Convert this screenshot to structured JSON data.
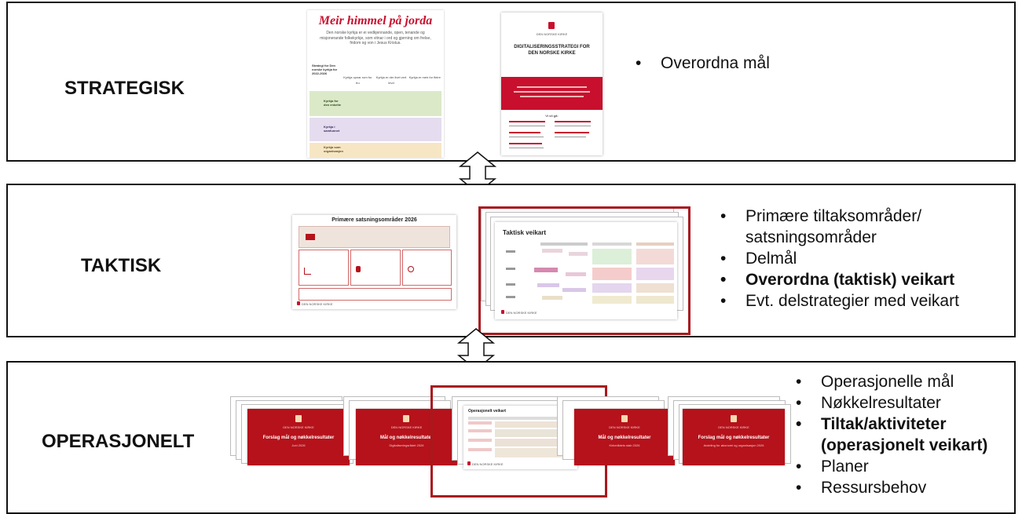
{
  "levels": [
    {
      "label": "STRATEGISK",
      "bullets": [
        {
          "text": "Overordna mål",
          "bold": false
        }
      ]
    },
    {
      "label": "TAKTISK",
      "bullets": [
        {
          "text": "Primære tiltaksområder/",
          "bold": false
        },
        {
          "text": "satsningsområder",
          "bold": false,
          "continuation": true
        },
        {
          "text": "Delmål",
          "bold": false
        },
        {
          "text": "Overordna (taktisk) veikart",
          "bold": true
        },
        {
          "text": "Evt. delstrategier med veikart",
          "bold": false
        }
      ]
    },
    {
      "label": "OPERASJONELT",
      "bullets": [
        {
          "text": "Operasjonelle mål",
          "bold": false
        },
        {
          "text": "Nøkkelresultater",
          "bold": false
        },
        {
          "text": "Tiltak/aktiviteter",
          "bold": true
        },
        {
          "text": "(operasjonelt veikart)",
          "bold": true,
          "continuation": true
        },
        {
          "text": "Planer",
          "bold": false
        },
        {
          "text": "Ressursbehov",
          "bold": false
        }
      ]
    }
  ],
  "thumbnails": {
    "strategy_poster": {
      "title": "Meir himmel på jorda",
      "subtitle": "Den norske kyrkja er ei vedkjennande, open, tenande og misjonerande folkekyrkje, som vitnar i ord og gjerning om frelse, fridom og von i Jesus Kristus.",
      "row_header": "Strategi for Den norske kyrkja for 2022-2026",
      "columns": [
        "Kyrkja opnar rom for tru",
        "Kyrkja er der livet vert levd",
        "Kyrkja er meir for fleire"
      ],
      "rows": [
        "Kyrkja for den enkelte",
        "Kyrkja i samfunnet",
        "Kyrkja som organisasjon"
      ]
    },
    "digital_strategy": {
      "brand": "DEN NORSKE KIRKE",
      "title": "DIGITALISERINGSSTRATEGI FOR DEN NORSKE KIRKE",
      "goal_heading": "Vi vil gå:"
    },
    "priority_areas": {
      "title": "Primære satsningsområder 2026",
      "brand": "DEN NORSKE KIRKE"
    },
    "tactical_roadmap": {
      "title": "Taktisk veikart",
      "brand": "DEN NORSKE KIRKE"
    },
    "operational_slides": [
      {
        "title": "Forslag mål og nøkkelresultater",
        "sub": "Juni 2026"
      },
      {
        "title": "Mål og nøkkelresultater",
        "sub": "Digitaliseringsrådet 2026"
      },
      {
        "title": "Operasjonelt veikart",
        "sub": ""
      },
      {
        "title": "Mål og nøkkelresultater",
        "sub": "Kirkerådets stab 2026"
      },
      {
        "title": "Forslag mål og nøkkelresultater",
        "sub": "Avdeling for økonomi og organisasjon 2026"
      }
    ],
    "slide_brand": "DEN NORSKE KIRKE"
  },
  "colors": {
    "accent_red": "#b5121b",
    "frame_red": "#a8181d",
    "border": "#111111"
  }
}
